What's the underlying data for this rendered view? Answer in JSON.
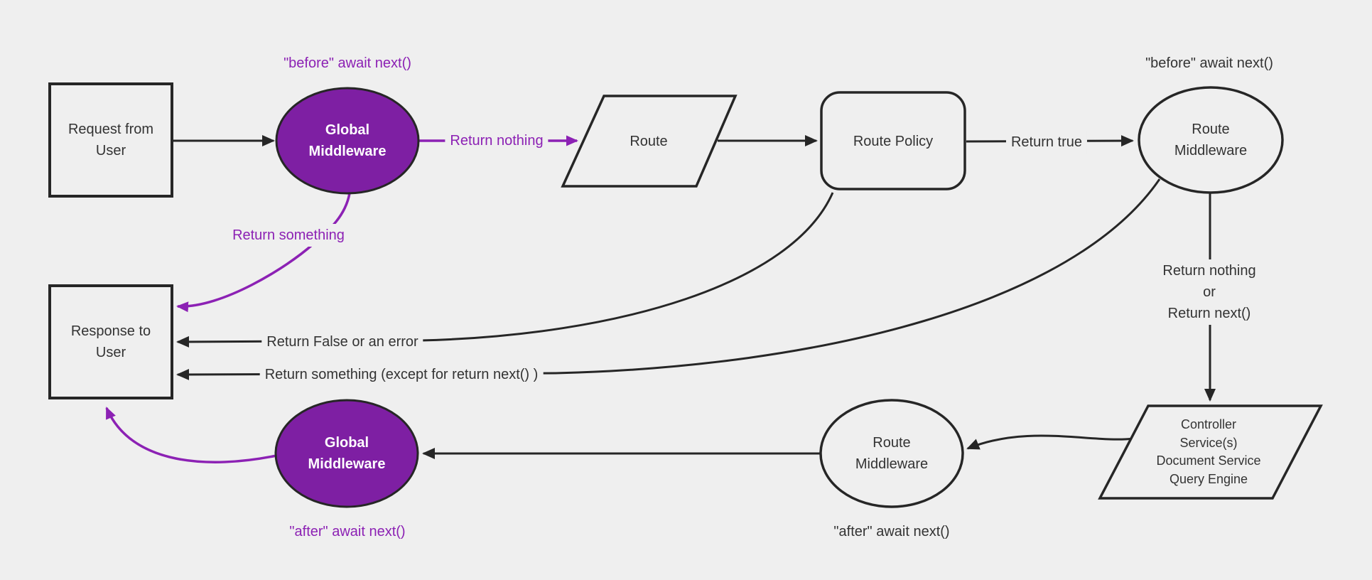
{
  "diagram": {
    "type": "flowchart",
    "background": "#efefef",
    "colors": {
      "ink": "#262626",
      "text": "#333333",
      "purple": "#8c21b4",
      "purple_fill": "#7e1fa3",
      "node_fill": "#efefef",
      "node_text_light": "#ffffff"
    },
    "nodes": {
      "request": {
        "label": "Request from\nUser",
        "shape": "rectangle"
      },
      "global_middleware_top": {
        "label": "Global\nMiddleware",
        "shape": "ellipse"
      },
      "route": {
        "label": "Route",
        "shape": "parallelogram"
      },
      "route_policy": {
        "label": "Route Policy",
        "shape": "rounded-rectangle"
      },
      "route_middleware_top": {
        "label": "Route\nMiddleware",
        "shape": "ellipse"
      },
      "controller": {
        "label": "Controller\nService(s)\nDocument Service\nQuery Engine",
        "shape": "parallelogram"
      },
      "route_middleware_bottom": {
        "label": "Route\nMiddleware",
        "shape": "ellipse"
      },
      "global_middleware_bottom": {
        "label": "Global\nMiddleware",
        "shape": "ellipse"
      },
      "response": {
        "label": "Response to\nUser",
        "shape": "rectangle"
      }
    },
    "edge_labels": {
      "return_nothing": "Return nothing",
      "return_something": "Return something",
      "return_true": "Return true",
      "return_nothing_or_next": "Return nothing\nor\nReturn next()",
      "return_false_or_error": "Return False or an error",
      "return_something_except": "Return something (except for return next() )"
    },
    "annotations": {
      "before_global": "\"before\" await next()",
      "before_route": "\"before\" await next()",
      "after_route": "\"after\" await next()",
      "after_global": "\"after\" await next()"
    }
  }
}
